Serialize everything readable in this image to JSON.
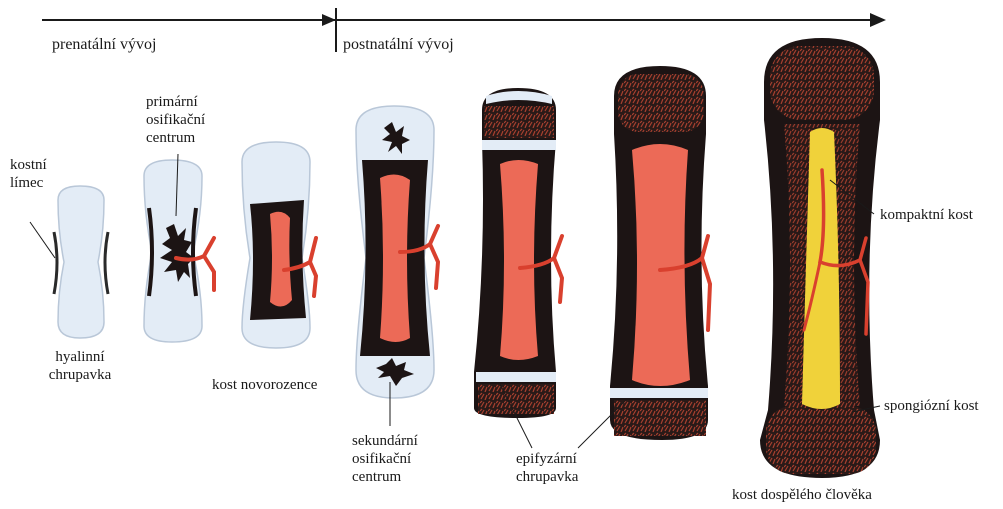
{
  "timeline": {
    "prenatal": "prenatální vývoj",
    "postnatal": "postnatální vývoj"
  },
  "labels": {
    "kostni_limec": [
      "kostní",
      "límec"
    ],
    "primarni_centrum": [
      "primární",
      "osifikační",
      "centrum"
    ],
    "hyalinni_chrupavka": [
      "hyalinní",
      "chrupavka"
    ],
    "kost_novorozence": "kost novorozence",
    "sekundarni_centrum": [
      "sekundární",
      "osifikační",
      "centrum"
    ],
    "epifyzarni_chrupavka": [
      "epifyzární",
      "chrupavka"
    ],
    "kompaktni_kost": "kompaktní kost",
    "spongiozni_kost": "spongiózní kost",
    "kost_dospeleho": "kost dospělého člověka"
  },
  "colors": {
    "cartilage": "#e3ecf6",
    "cartilage_edge": "#b9c7d8",
    "bone": "#1c1414",
    "marrow": "#ec6a57",
    "vessel": "#d9402e",
    "spongy": "#9a3a2c",
    "yellow_marrow": "#f0d23a",
    "line": "#1a1a1a"
  }
}
